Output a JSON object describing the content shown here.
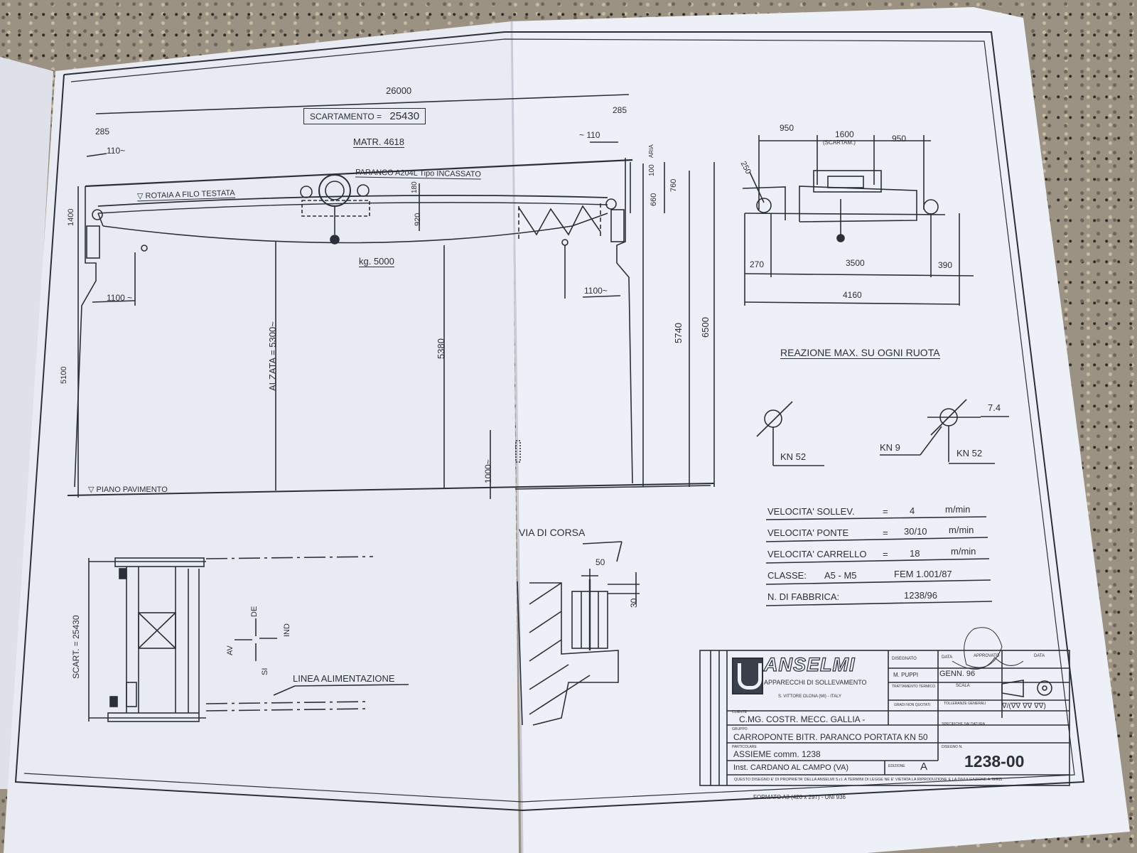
{
  "dimensions": {
    "total_span": "26000",
    "rail_span_box": "SCARTAMENTO =",
    "rail_span_value": "25430",
    "end_left": "285",
    "end_right": "285",
    "offset_left": "110~",
    "offset_right": "~ 110",
    "height_1400": "1400",
    "height_5100": "5100",
    "hook_approach_left": "1100 ~",
    "hook_approach_right": "1100~",
    "girder_920": "920",
    "dim_180": "180",
    "air_100": "100",
    "air_label": "ARIA",
    "dim_660": "660",
    "dim_760": "760",
    "lift_height": "ALZATA = 5300~",
    "dim_5380": "5380",
    "dim_5740": "5740",
    "dim_6500": "6500",
    "dim_1000": "1000~"
  },
  "labels": {
    "matr": "MATR. 4618",
    "hoist": "PARANCO A204L Tipo INCASSATO",
    "rail": "▽ ROTAIA A FILO TESTATA",
    "load": "kg. 5000",
    "floor": "▽ PIANO PAVIMENTO"
  },
  "trolley": {
    "left": "950",
    "middle": "1600",
    "middle_sub": "(SCARTAM.)",
    "right": "950",
    "diag": "250",
    "bottom_left": "270",
    "bottom_mid": "3500",
    "bottom_right": "390",
    "total": "4160"
  },
  "reactions": {
    "title": "REAZIONE MAX. SU OGNI RUOTA",
    "left_kn": "KN 52",
    "kn9": "KN 9",
    "right_kn": "KN 52",
    "value_74": "7.4"
  },
  "specs": [
    {
      "label": "VELOCITA' SOLLEV.",
      "eq": "=",
      "value": "4",
      "unit": "m/min"
    },
    {
      "label": "VELOCITA' PONTE",
      "eq": "=",
      "value": "30/10",
      "unit": "m/min"
    },
    {
      "label": "VELOCITA' CARRELLO",
      "eq": "=",
      "value": "18",
      "unit": "m/min"
    },
    {
      "label": "CLASSE:",
      "eq": "A5 - M5",
      "value": "FEM 1.001/87",
      "unit": ""
    },
    {
      "label": "N. DI FABBRICA:",
      "eq": "",
      "value": "1238/96",
      "unit": ""
    }
  ],
  "plan": {
    "scart": "SCART. = 25430",
    "de": "DE",
    "ind": "IND",
    "av": "AV",
    "si": "SI",
    "line": "LINEA ALIMENTAZIONE"
  },
  "runway": {
    "title": "VIA DI CORSA",
    "dim_50": "50",
    "dim_30": "30"
  },
  "title_block": {
    "company": "ANSELMI",
    "subtitle": "APPARECCHI DI SOLLEVAMENTO",
    "address": "S. VITTORE OLONA (MI) - ITALY",
    "disegnato": "DISEGNATO",
    "data": "DATA",
    "approvato": "APPROVATO",
    "data2": "DATA",
    "designer": "M. PUPPI",
    "date": "GENN. 96",
    "trattamento": "TRATTAMENTO TERMICO",
    "scala": "SCALA",
    "gradi": "GRADI NON QUOTATI",
    "tolleranze": "TOLLERANZE GENERALI",
    "cliente_lbl": "CLIENTE",
    "cliente": "C.MG. COSTR. MECC. GALLIA -",
    "specifiche": "SPECIFICHE SALDATURA",
    "gruppo_lbl": "GRUPPO",
    "gruppo": "CARROPONTE BITR. PARANCO PORTATA KN 50",
    "disegno_lbl": "DISEGNO N.",
    "particolare_lbl": "PARTICOLARE",
    "particolare": "ASSIEME  comm. 1238",
    "inst": "Inst. CARDANO AL CAMPO (VA)",
    "edizione": "EDIZIONE",
    "rev": "A",
    "drawing_no": "1238-00",
    "roughness": "∇/(∇∇ ∇∇ ∇∇)",
    "rights": "QUESTO DISEGNO E' DI PROPRIETA' DELLA ANSELMI S.r.l. A TERMINI DI LEGGE NE E' VIETATA LA RIPRODUZIONE E LA DIVULGAZIONE A TERZI",
    "format": "FORMATO A3 (420 x 297) - UNI 936"
  },
  "colors": {
    "paper": "#eef0f7",
    "ink": "#2b2f3a",
    "background": "#9b9283"
  }
}
